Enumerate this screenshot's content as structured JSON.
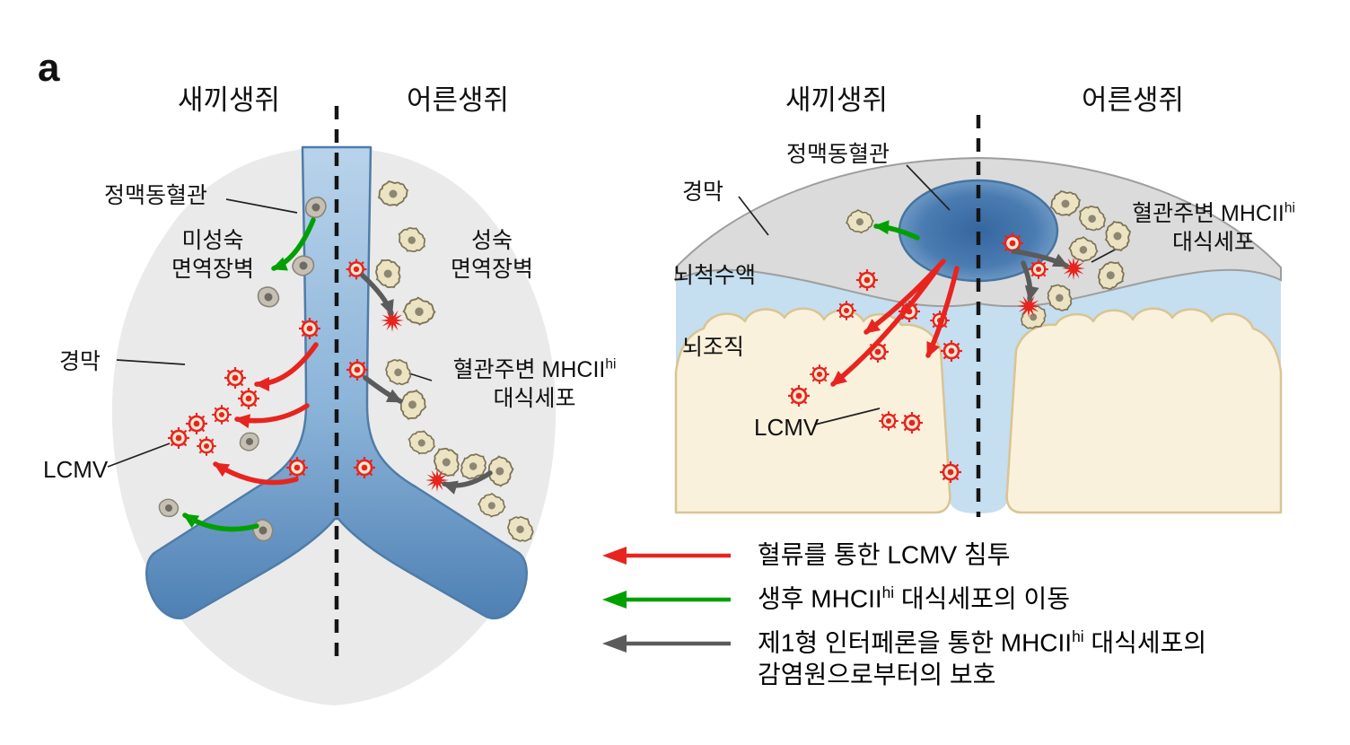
{
  "panel_label": "a",
  "colors": {
    "lcmv_red": "#e8241f",
    "green_arrow": "#00a000",
    "gray_arrow": "#5b5b5b",
    "vessel_blue": "#6b9cc9",
    "csf_blue": "#c5def0",
    "dura_gray": "#dbdbdb",
    "brain_cream": "#faf1dd",
    "macrophage_beige": "#ece3c3"
  },
  "left_diagram": {
    "pup_title": "새끼생쥐",
    "adult_title": "어른생쥐",
    "venous_sinus_label": "정맥동혈관",
    "immature_line1": "미성숙",
    "immature_line2": "면역장벽",
    "mature_line1": "성숙",
    "mature_line2": "면역장벽",
    "dura_label": "경막",
    "lcmv_label": "LCMV",
    "perivascular_pre": "혈관주변 MHCII",
    "perivascular_sup": "hi",
    "perivascular_line2": "대식세포"
  },
  "right_diagram": {
    "pup_title": "새끼생쥐",
    "adult_title": "어른생쥐",
    "venous_sinus_label": "정맥동혈관",
    "dura_label": "경막",
    "csf_label": "뇌척수액",
    "brain_label": "뇌조직",
    "lcmv_label": "LCMV",
    "perivascular_pre": "혈관주변 MHCII",
    "perivascular_sup": "hi",
    "perivascular_line2": "대식세포"
  },
  "legend": {
    "items": [
      {
        "icon": "red-left-arrow-icon",
        "color": "#e8241f",
        "pre": "혈류를 통한 LCMV 침투",
        "sup": "",
        "post": "",
        "line2": ""
      },
      {
        "icon": "green-left-arrow-icon",
        "color": "#00a000",
        "pre": "생후 MHCII",
        "sup": "hi",
        "post": " 대식세포의 이동",
        "line2": ""
      },
      {
        "icon": "gray-left-arrow-icon",
        "color": "#5b5b5b",
        "pre": "제1형 인터페론을 통한 MHCII",
        "sup": "hi",
        "post": " 대식세포의",
        "line2": "감염원으로부터의 보호"
      }
    ]
  }
}
